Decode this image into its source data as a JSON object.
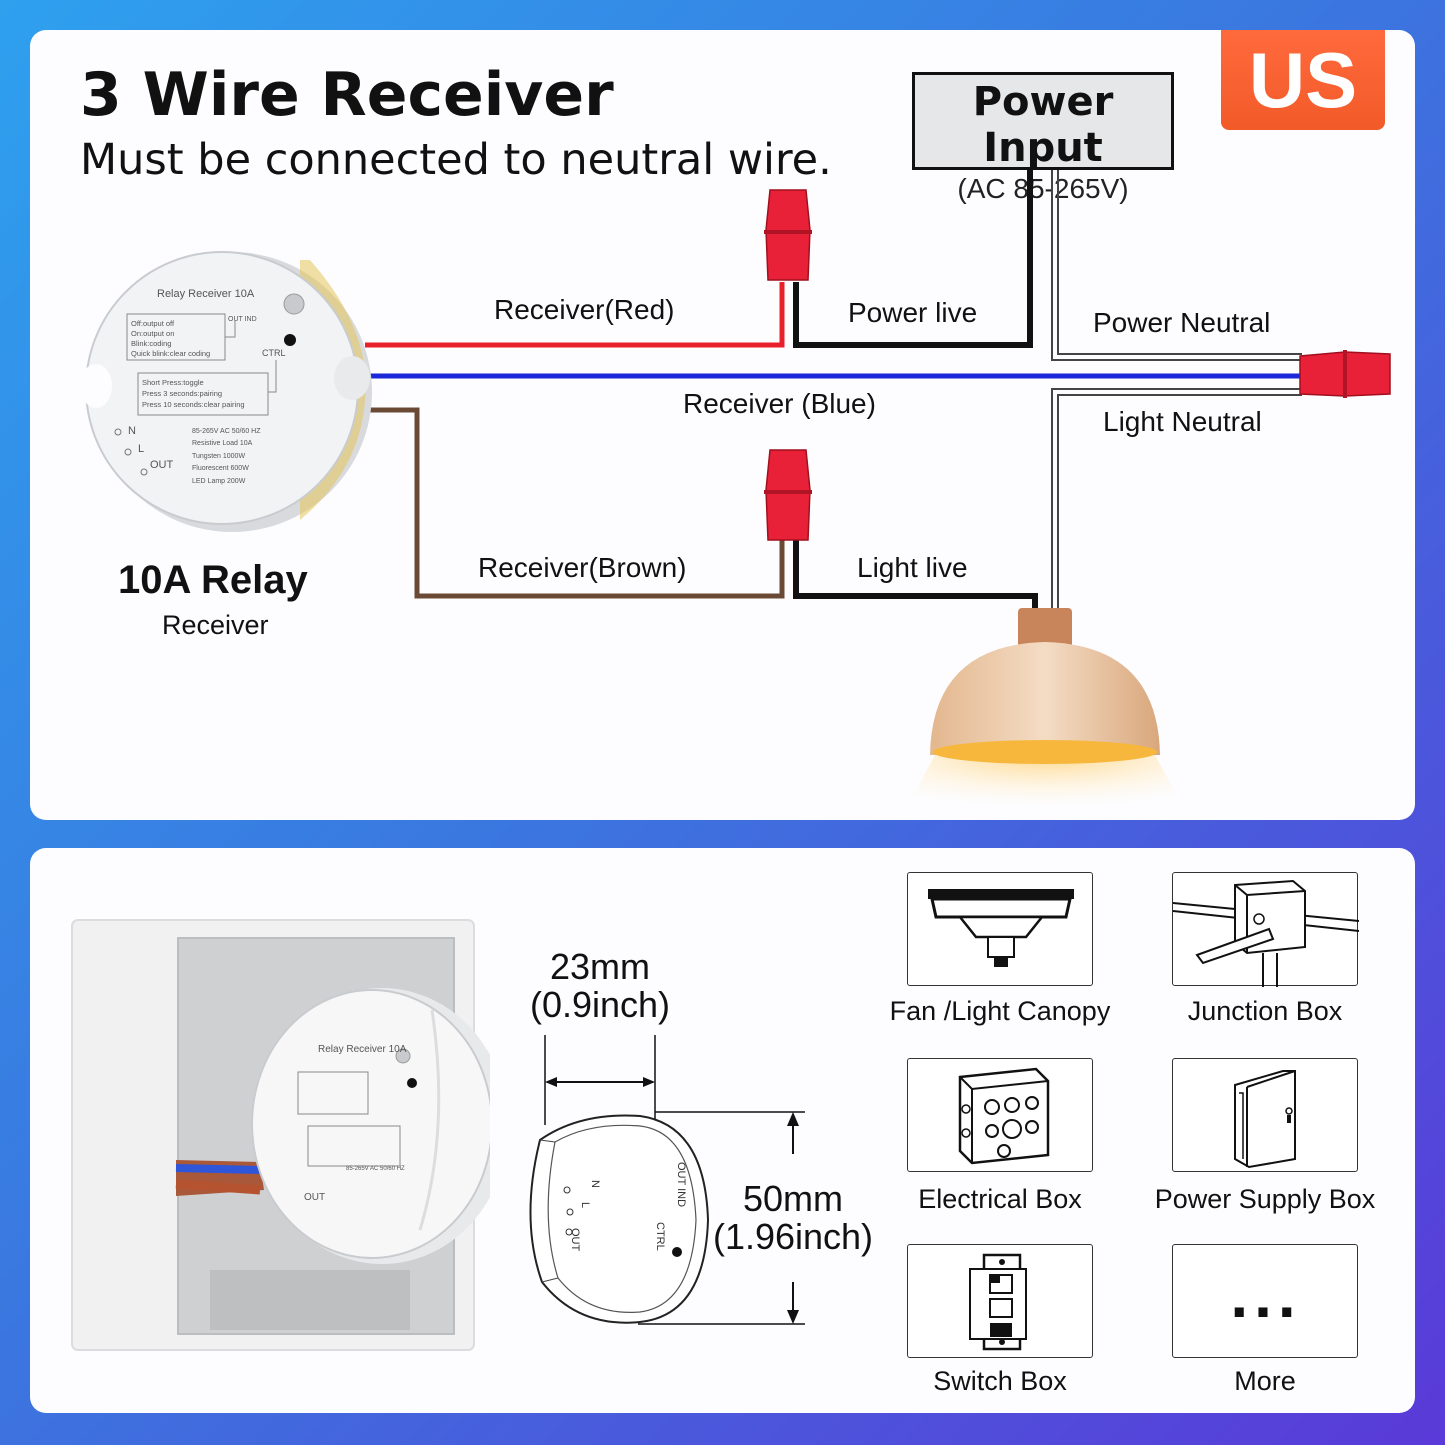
{
  "badge": "US",
  "title": "3 Wire Receiver",
  "subtitle": "Must be connected to neutral wire.",
  "power_input": {
    "title": "Power Input",
    "spec": "(AC 85-265V)"
  },
  "wires": {
    "receiver_red": "Receiver(Red)",
    "power_live": "Power live",
    "power_neutral": "Power Neutral",
    "receiver_blue": "Receiver (Blue)",
    "light_neutral": "Light Neutral",
    "receiver_brown": "Receiver(Brown)",
    "light_live": "Light live"
  },
  "relay": {
    "title": "10A Relay",
    "subtitle": "Receiver",
    "label_top": "Relay Receiver 10A",
    "mode_lines": [
      "Off:output off",
      "On:output on",
      "Blink:coding",
      "Quick blink:clear coding"
    ],
    "press_lines": [
      "Short Press:toggle",
      "Press 3 seconds:pairing",
      "Press 10 seconds:clear pairing"
    ],
    "out_ind": "OUT IND",
    "ctrl": "CTRL",
    "terminals": [
      "N",
      "L",
      "OUT"
    ],
    "spec_lines": [
      "85-265V AC  50/60 HZ",
      "Resistive Load 10A",
      "Tungsten     1000W",
      "Fluorescent   600W",
      "LED Lamp     200W"
    ]
  },
  "dimensions": {
    "width": "23mm",
    "width_inch": "(0.9inch)",
    "diameter": "50mm",
    "diameter_inch": "(1.96inch)"
  },
  "install_locations": [
    {
      "icon": "fan-light-canopy-icon",
      "label": "Fan /Light Canopy"
    },
    {
      "icon": "junction-box-icon",
      "label": "Junction Box"
    },
    {
      "icon": "electrical-box-icon",
      "label": "Electrical Box"
    },
    {
      "icon": "power-supply-box-icon",
      "label": "Power Supply Box"
    },
    {
      "icon": "switch-box-icon",
      "label": "Switch Box"
    },
    {
      "icon": "more-icon",
      "label": "More",
      "glyph": "..."
    }
  ],
  "colors": {
    "red_wire": "#e8202a",
    "blue_wire": "#1a28d8",
    "brown_wire": "#6b4a35",
    "black_wire": "#111111",
    "connector": "#e82038",
    "badge": "#f25a28"
  }
}
